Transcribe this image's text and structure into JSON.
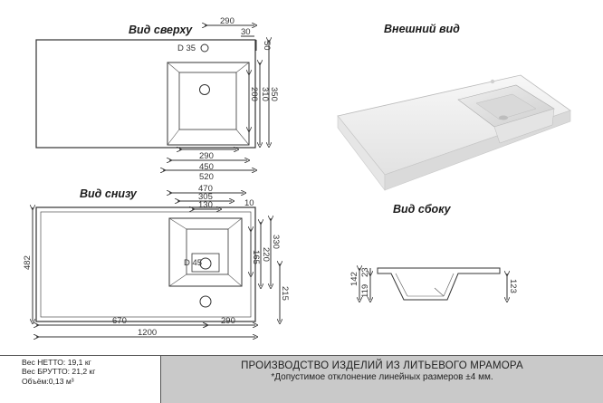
{
  "views": {
    "top": {
      "title": "Вид сверху",
      "drain_label": "D 35",
      "dims": [
        "290",
        "30",
        "50",
        "350",
        "310",
        "200",
        "290",
        "450",
        "520"
      ]
    },
    "exterior": {
      "title": "Внешний вид"
    },
    "bottom": {
      "title": "Вид снизу",
      "drain_label": "D 45",
      "dims": [
        "470",
        "305",
        "130",
        "10",
        "330",
        "220",
        "165",
        "482",
        "215",
        "670",
        "290",
        "1200"
      ]
    },
    "side": {
      "title": "Вид сбоку",
      "dims": [
        "142",
        "119",
        "23",
        "123"
      ]
    }
  },
  "specs": {
    "net_weight": "Вес НЕТТО: 19,1 кг",
    "gross_weight": "Вес БРУТТО: 21,2 кг",
    "volume": "Объём:0,13 м³"
  },
  "banner": {
    "title": "ПРОИЗВОДСТВО ИЗДЕЛИЙ ИЗ ЛИТЬЕВОГО МРАМОРА",
    "note": "*Допустимое отклонение линейных размеров ±4 мм."
  }
}
